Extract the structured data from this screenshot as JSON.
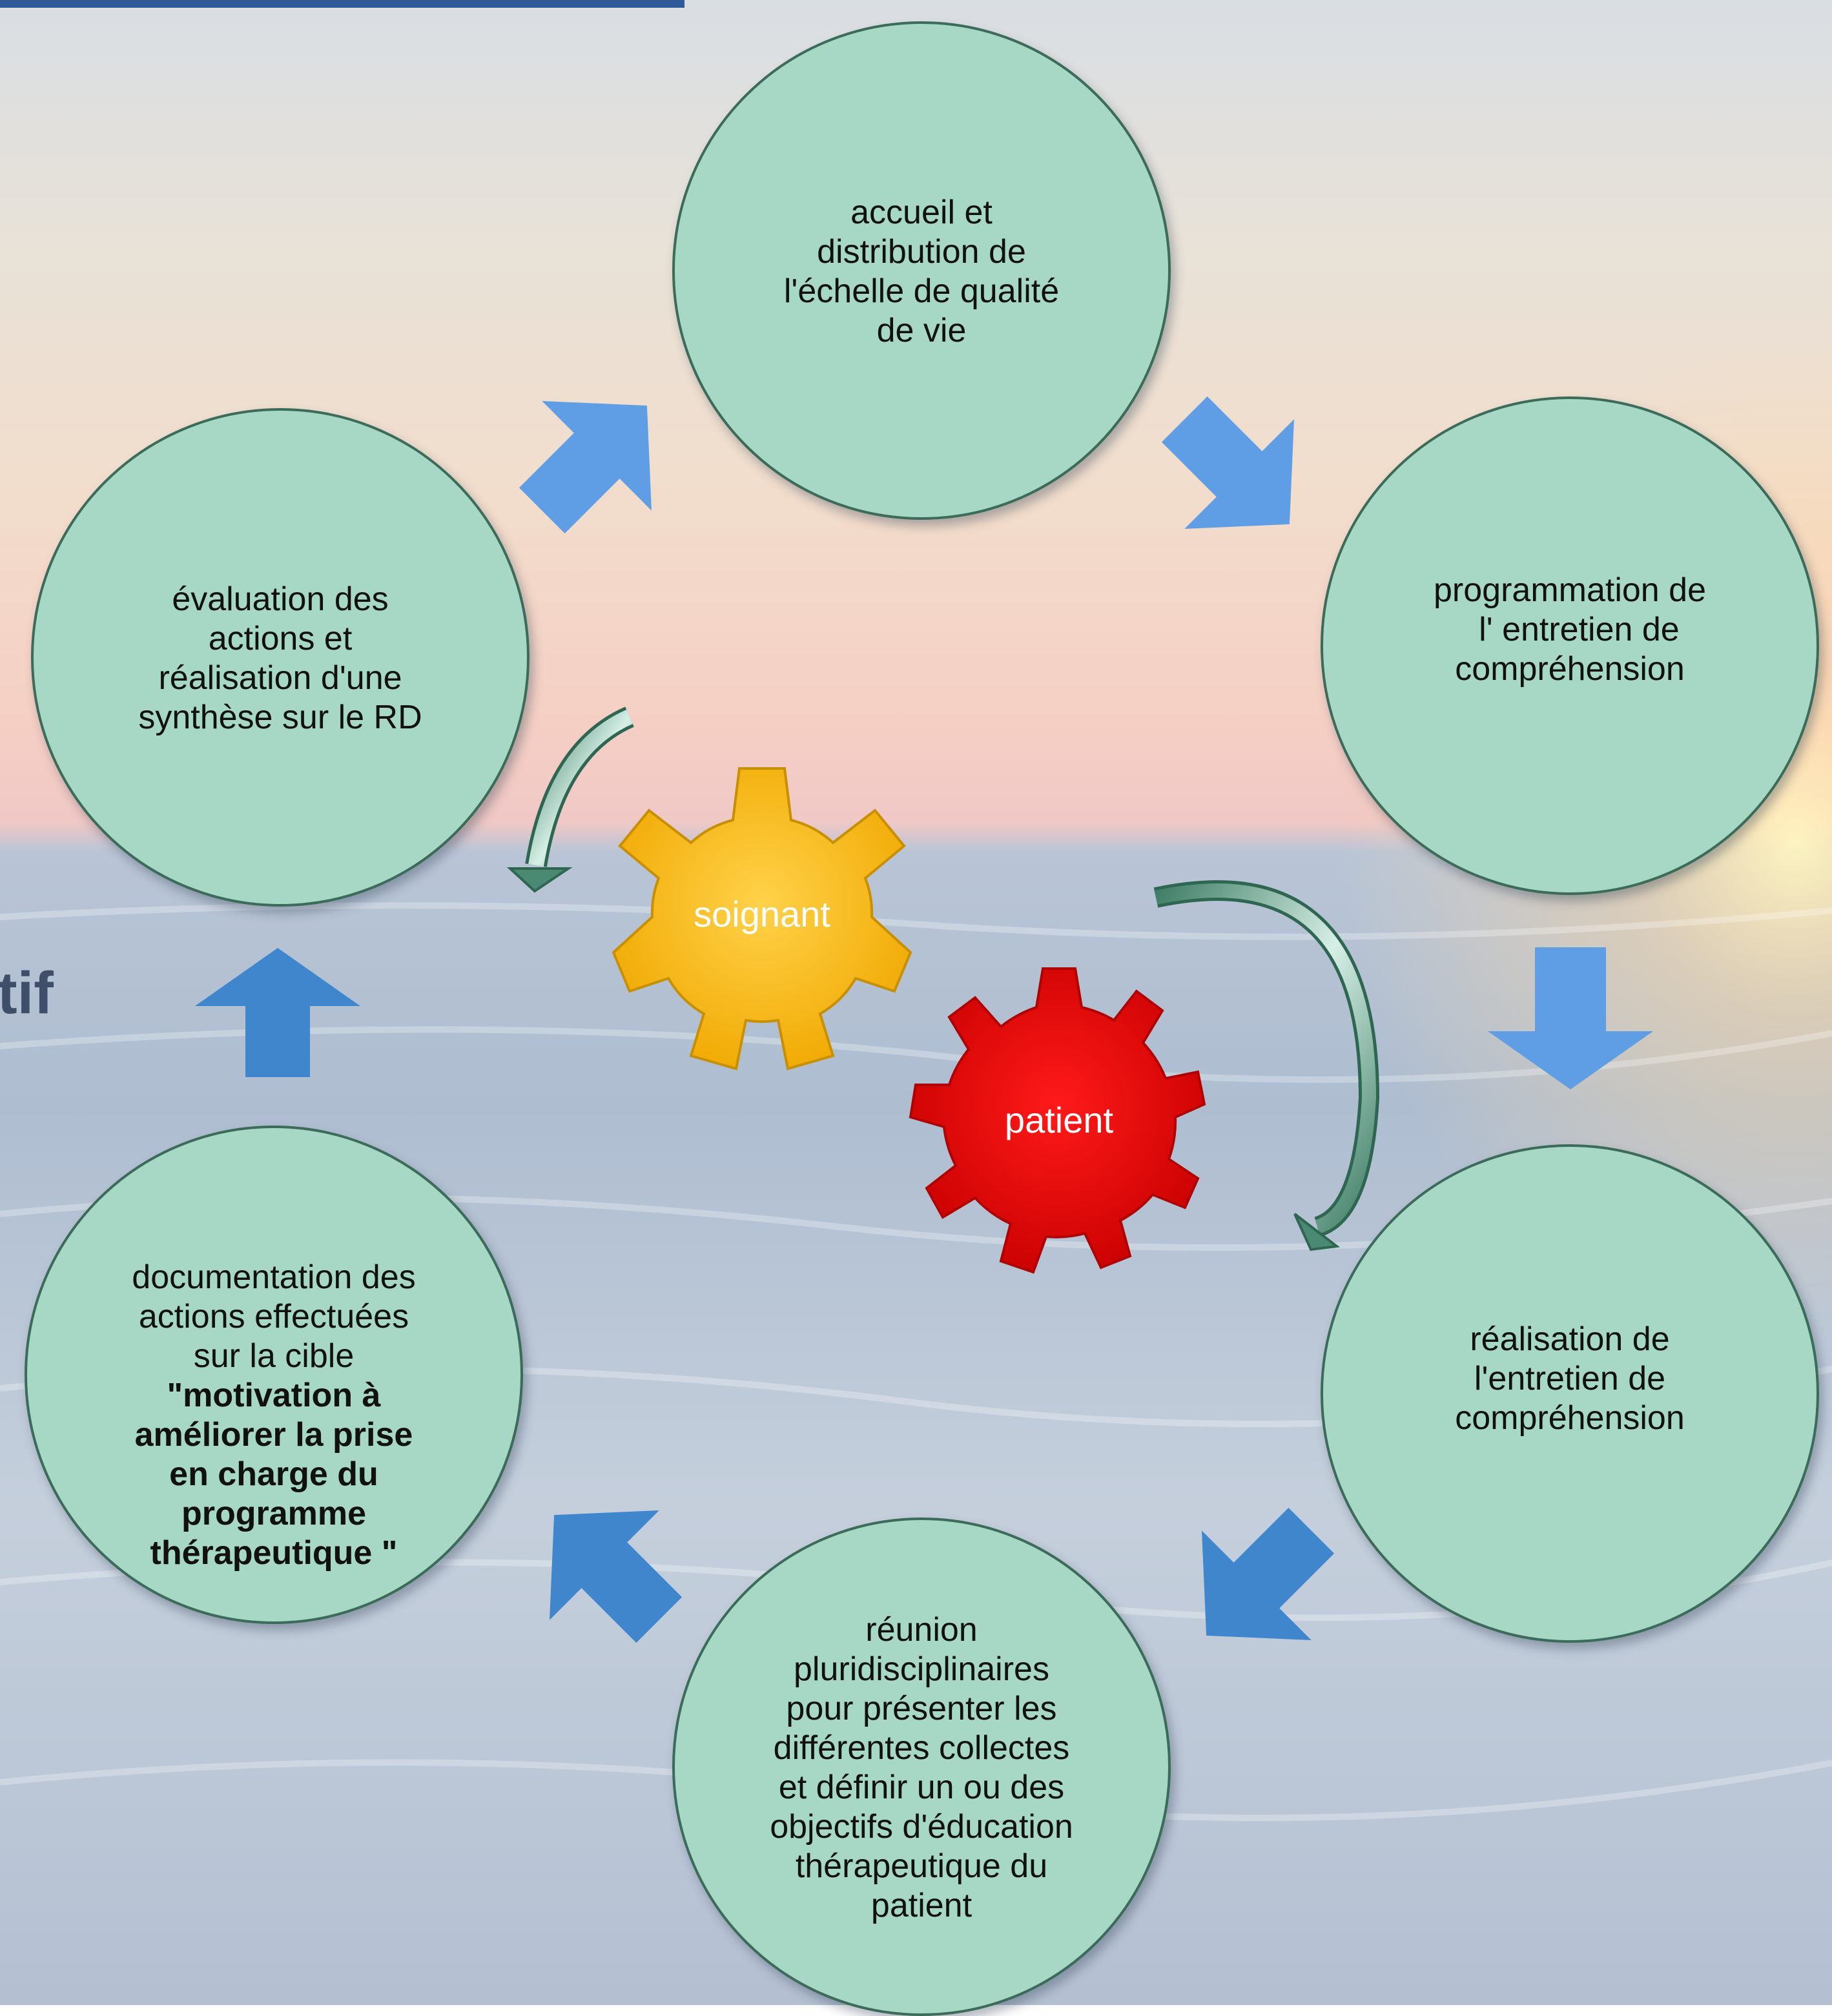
{
  "partial_text": {
    "left_fragment": "tif"
  },
  "colors": {
    "node_fill": "#a6d8c5",
    "node_border": "#3c6b5a",
    "arrow_blue": "#5b9be3",
    "arrow_blue_dark": "#3a86c8",
    "curved_arrow_green": "#4a8a74",
    "gear_soignant": "#ffc000",
    "gear_patient": "#ff0000"
  },
  "cycle_nodes": [
    {
      "id": "accueil",
      "text": "accueil et\ndistribution  de\nl'échelle de qualité\nde vie"
    },
    {
      "id": "programmation",
      "text": "programmation de\n  l' entretien de\ncompréhension"
    },
    {
      "id": "realisation",
      "text": "réalisation de\nl'entretien de\ncompréhension"
    },
    {
      "id": "reunion",
      "text": "réunion\npluridisciplinaires\npour présenter les\ndifférentes collectes\net définir un ou des\nobjectifs d'éducation\nthérapeutique du\npatient"
    },
    {
      "id": "documentation",
      "text_normal": "documentation des\nactions effectuées\nsur la cible",
      "text_bold": "\"motivation  à\naméliorer la prise\nen charge  du\nprogramme\nthérapeutique \""
    },
    {
      "id": "evaluation",
      "text": "évaluation des\nactions et\nréalisation d'une\nsynthèse sur le RD"
    }
  ],
  "gears": {
    "soignant": "soignant",
    "patient": "patient"
  }
}
